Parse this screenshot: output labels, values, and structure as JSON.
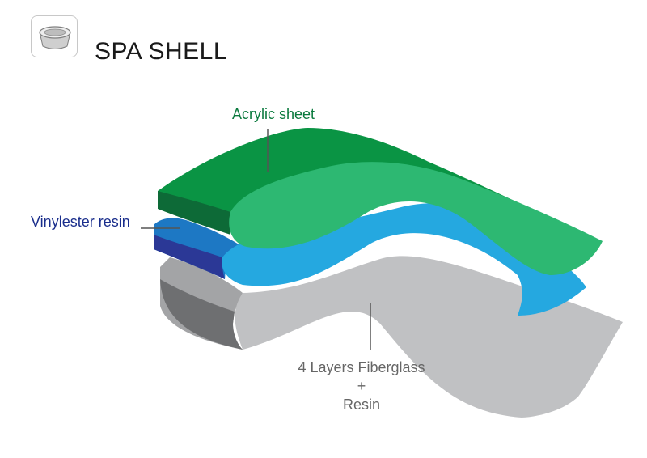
{
  "header": {
    "title": "SPA SHELL",
    "icon": "spa-tub-icon"
  },
  "diagram": {
    "layers": [
      {
        "id": "acrylic",
        "label": "Acrylic sheet",
        "label_color": "#0b7a3e",
        "top_color": "#2db872",
        "side_color": "#0a9444",
        "edge_color": "#0d6a37"
      },
      {
        "id": "vinylester",
        "label": "Vinylester resin",
        "label_color": "#1a2e8c",
        "top_color": "#25a8e0",
        "side_color": "#1d78c4",
        "edge_color": "#2b3896"
      },
      {
        "id": "fiberglass",
        "label_lines": [
          "4 Layers Fiberglass",
          "+",
          "Resin"
        ],
        "label_color": "#666666",
        "top_color": "#c0c1c3",
        "side_color": "#a3a4a6",
        "edge_color": "#6e6f71"
      }
    ],
    "leader_color": "#555555"
  }
}
